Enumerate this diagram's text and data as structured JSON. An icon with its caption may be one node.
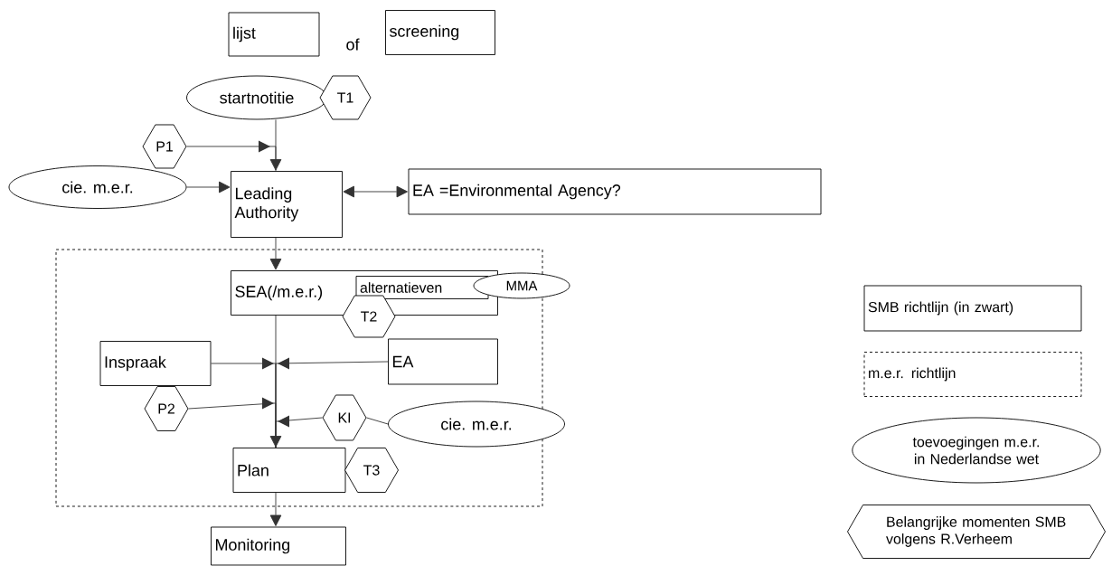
{
  "diagram": {
    "nodes": [
      {
        "text": [
          "lijst"
        ]
      },
      {
        "text": [
          "screening"
        ]
      },
      {
        "text": [
          "startnotitie"
        ]
      },
      {
        "text": [
          "T1"
        ]
      },
      {
        "text": [
          "P1"
        ]
      },
      {
        "text": [
          "cie. m.e.r."
        ]
      },
      {
        "text": [
          "Leading Authority"
        ]
      },
      {
        "text": [
          "EA =Environmental Agency?"
        ]
      },
      {
        "text": [],
        "shape": "box"
      },
      {
        "text": [
          "SEA(/m.e.r.)"
        ],
        "in": 8
      },
      {
        "text": [
          "alternatieven"
        ],
        "in": 9
      },
      {
        "text": [
          "MMA"
        ]
      },
      {
        "text": [
          "T2"
        ],
        "in": 8
      },
      {
        "text": [
          "Inspraak"
        ],
        "in": 8
      },
      {
        "text": [
          "EA"
        ],
        "in": 8
      },
      {
        "text": [
          "P2"
        ],
        "in": 8
      },
      {
        "text": [
          "KI"
        ],
        "in": 8
      },
      {
        "text": [
          "cie. m.e.r."
        ]
      },
      {
        "text": [
          "Plan"
        ],
        "in": 8
      },
      {
        "text": [
          "T3"
        ],
        "in": 8
      },
      {
        "text": [
          "Monitoring"
        ]
      }
    ],
    "edges": [
      {
        "from": 2,
        "to": 6,
        "arrow": "to"
      },
      {
        "from": 4,
        "to": 6,
        "arrow": "to"
      },
      {
        "from": 5,
        "to": 6,
        "arrow": "to"
      },
      {
        "from": 6,
        "to": 7,
        "arrow": "both"
      },
      {
        "from": 6,
        "to": 9,
        "arrow": "to"
      },
      {
        "from": 9,
        "to": 18,
        "arrow": "to"
      },
      {
        "from": 13,
        "to": 18,
        "arrow": "to"
      },
      {
        "from": 14,
        "to": 18,
        "arrow": "to"
      },
      {
        "from": 15,
        "to": 18,
        "arrow": "to"
      },
      {
        "from": 16,
        "to": 18,
        "arrow": "to"
      },
      {
        "from": 17,
        "to": 16,
        "arrow": "none"
      },
      {
        "from": 18,
        "to": 20,
        "arrow": "to"
      }
    ],
    "labels": [
      "of"
    ],
    "legend": [
      {
        "text": "SMB richtlijn (in zwart)"
      },
      {
        "text": "m.e.r. richtlijn"
      },
      {
        "text": "toevoegingen m.e.r. in Nederlandse wet"
      },
      {
        "text": "Belangrijke momenten SMB volgens R.Verheem"
      }
    ]
  }
}
